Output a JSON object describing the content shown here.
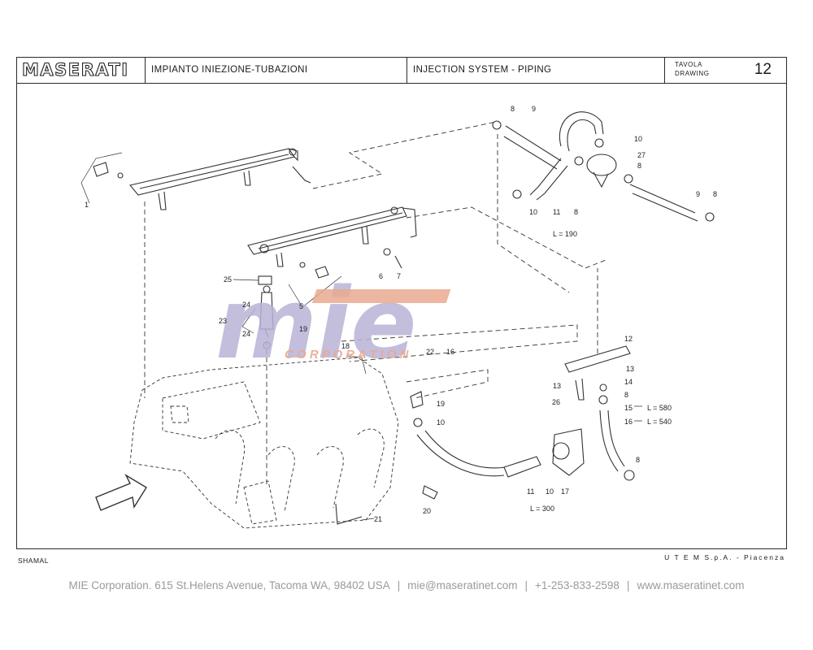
{
  "header": {
    "brand": "MASERATI",
    "title_it": "IMPIANTO INIEZIONE-TUBAZIONI",
    "title_en": "INJECTION SYSTEM - PIPING",
    "tavola_label": "TAVOLA",
    "drawing_label": "DRAWING",
    "drawing_number": "12"
  },
  "model": "SHAMAL",
  "manufacturer": "U T E M  S.p.A.  - Piacenza",
  "watermark": {
    "logo": "mie",
    "sub": "C O R P O R A T I O N",
    "logo_color": "#b7b3d6",
    "accent_color": "#e9a98f"
  },
  "callouts": {
    "c1": "1",
    "c5": "5",
    "c6": "6",
    "c7": "7",
    "c8a": "8",
    "c9a": "9",
    "c10a": "10",
    "c27": "27",
    "c8b": "8",
    "c9b": "9",
    "c8c": "8",
    "c10b": "10",
    "c11a": "11",
    "c8d": "8",
    "c_l190": "L = 190",
    "c25": "25",
    "c24a": "24",
    "c23": "23",
    "c24b": "24",
    "c19a": "19",
    "c18": "18",
    "c22": "22",
    "c16a": "16",
    "c12": "12",
    "c13a": "13",
    "c13b": "13",
    "c14": "14",
    "c26": "26",
    "c8e": "8",
    "c15": "15",
    "c_l580": "L = 580",
    "c16b": "16",
    "c_l540": "L = 540",
    "c19b": "19",
    "c10c": "10",
    "c8f": "8",
    "c11b": "11",
    "c10d": "10",
    "c17": "17",
    "c_l300": "L = 300",
    "c20": "20",
    "c21": "21"
  },
  "footer": {
    "company": "MIE Corporation. 615 St.Helens Avenue, Tacoma WA, 98402 USA",
    "email": "mie@maseratinet.com",
    "phone": "+1-253-833-2598",
    "website": "www.maseratinet.com"
  }
}
